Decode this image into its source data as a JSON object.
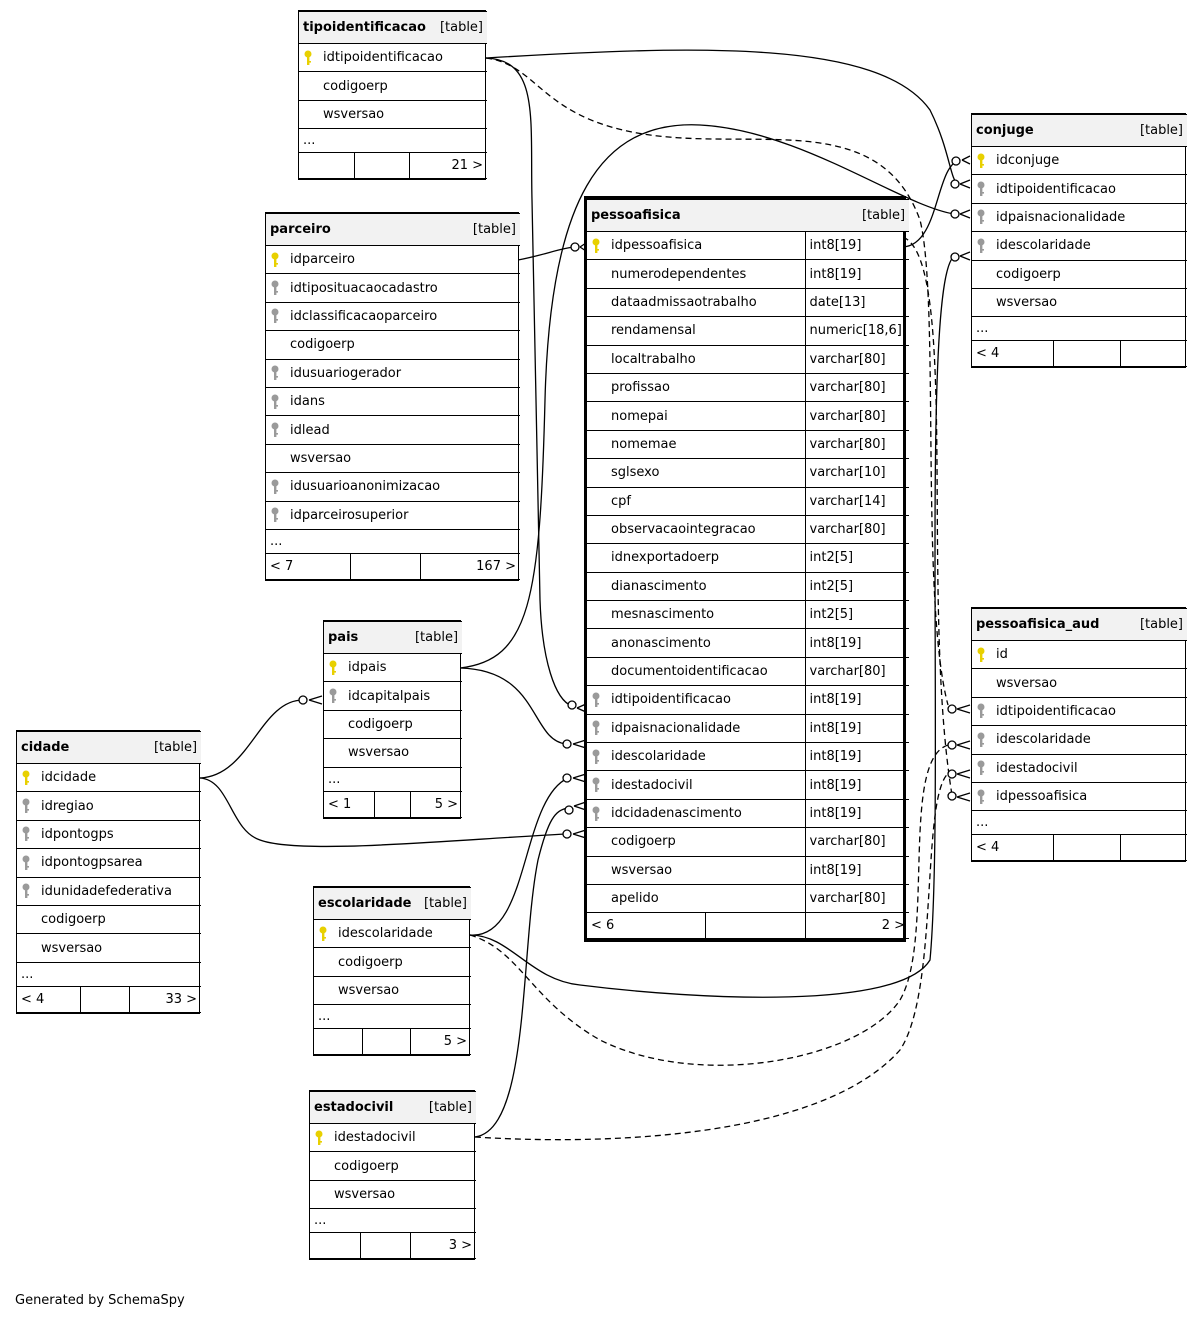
{
  "footer": "Generated by SchemaSpy",
  "key_colors": {
    "primary_key": "#e8d000",
    "foreign_key": "#9a9a9a"
  },
  "tables": [
    {
      "id": "tipoidentificacao",
      "name": "tipoidentificacao",
      "type": "[table]",
      "columns": [
        {
          "name": "idtipoidentificacao",
          "key": "pk"
        },
        {
          "name": "codigoerp",
          "key": ""
        },
        {
          "name": "wsversao",
          "key": ""
        }
      ],
      "more": "...",
      "footer": [
        "",
        "",
        "21 >"
      ]
    },
    {
      "id": "parceiro",
      "name": "parceiro",
      "type": "[table]",
      "columns": [
        {
          "name": "idparceiro",
          "key": "pk"
        },
        {
          "name": "idtiposituacaocadastro",
          "key": "fk"
        },
        {
          "name": "idclassificacaoparceiro",
          "key": "fk"
        },
        {
          "name": "codigoerp",
          "key": ""
        },
        {
          "name": "idusuariogerador",
          "key": "fk"
        },
        {
          "name": "idans",
          "key": "fk"
        },
        {
          "name": "idlead",
          "key": "fk"
        },
        {
          "name": "wsversao",
          "key": ""
        },
        {
          "name": "idusuarioanonimizacao",
          "key": "fk"
        },
        {
          "name": "idparceirosuperior",
          "key": "fk"
        }
      ],
      "more": "...",
      "footer": [
        "< 7",
        "",
        "167 >"
      ]
    },
    {
      "id": "pais",
      "name": "pais",
      "type": "[table]",
      "columns": [
        {
          "name": "idpais",
          "key": "pk"
        },
        {
          "name": "idcapitalpais",
          "key": "fk"
        },
        {
          "name": "codigoerp",
          "key": ""
        },
        {
          "name": "wsversao",
          "key": ""
        }
      ],
      "more": "...",
      "footer": [
        "< 1",
        "",
        "5 >"
      ]
    },
    {
      "id": "cidade",
      "name": "cidade",
      "type": "[table]",
      "columns": [
        {
          "name": "idcidade",
          "key": "pk"
        },
        {
          "name": "idregiao",
          "key": "fk"
        },
        {
          "name": "idpontogps",
          "key": "fk"
        },
        {
          "name": "idpontogpsarea",
          "key": "fk"
        },
        {
          "name": "idunidadefederativa",
          "key": "fk"
        },
        {
          "name": "codigoerp",
          "key": ""
        },
        {
          "name": "wsversao",
          "key": ""
        }
      ],
      "more": "...",
      "footer": [
        "< 4",
        "",
        "33 >"
      ]
    },
    {
      "id": "escolaridade",
      "name": "escolaridade",
      "type": "[table]",
      "columns": [
        {
          "name": "idescolaridade",
          "key": "pk"
        },
        {
          "name": "codigoerp",
          "key": ""
        },
        {
          "name": "wsversao",
          "key": ""
        }
      ],
      "more": "...",
      "footer": [
        "",
        "",
        "5 >"
      ]
    },
    {
      "id": "estadocivil",
      "name": "estadocivil",
      "type": "[table]",
      "columns": [
        {
          "name": "idestadocivil",
          "key": "pk"
        },
        {
          "name": "codigoerp",
          "key": ""
        },
        {
          "name": "wsversao",
          "key": ""
        }
      ],
      "more": "...",
      "footer": [
        "",
        "",
        "3 >"
      ]
    },
    {
      "id": "pessoafisica",
      "name": "pessoafisica",
      "type": "[table]",
      "columns": [
        {
          "name": "idpessoafisica",
          "key": "pk",
          "dtype": "int8[19]"
        },
        {
          "name": "numerodependentes",
          "key": "",
          "dtype": "int8[19]"
        },
        {
          "name": "dataadmissaotrabalho",
          "key": "",
          "dtype": "date[13]"
        },
        {
          "name": "rendamensal",
          "key": "",
          "dtype": "numeric[18,6]"
        },
        {
          "name": "localtrabalho",
          "key": "",
          "dtype": "varchar[80]"
        },
        {
          "name": "profissao",
          "key": "",
          "dtype": "varchar[80]"
        },
        {
          "name": "nomepai",
          "key": "",
          "dtype": "varchar[80]"
        },
        {
          "name": "nomemae",
          "key": "",
          "dtype": "varchar[80]"
        },
        {
          "name": "sglsexo",
          "key": "",
          "dtype": "varchar[10]"
        },
        {
          "name": "cpf",
          "key": "",
          "dtype": "varchar[14]"
        },
        {
          "name": "observacaointegracao",
          "key": "",
          "dtype": "varchar[80]"
        },
        {
          "name": "idnexportadoerp",
          "key": "",
          "dtype": "int2[5]"
        },
        {
          "name": "dianascimento",
          "key": "",
          "dtype": "int2[5]"
        },
        {
          "name": "mesnascimento",
          "key": "",
          "dtype": "int2[5]"
        },
        {
          "name": "anonascimento",
          "key": "",
          "dtype": "int8[19]"
        },
        {
          "name": "documentoidentificacao",
          "key": "",
          "dtype": "varchar[80]"
        },
        {
          "name": "idtipoidentificacao",
          "key": "fk",
          "dtype": "int8[19]"
        },
        {
          "name": "idpaisnacionalidade",
          "key": "fk",
          "dtype": "int8[19]"
        },
        {
          "name": "idescolaridade",
          "key": "fk",
          "dtype": "int8[19]"
        },
        {
          "name": "idestadocivil",
          "key": "fk",
          "dtype": "int8[19]"
        },
        {
          "name": "idcidadenascimento",
          "key": "fk",
          "dtype": "int8[19]"
        },
        {
          "name": "codigoerp",
          "key": "",
          "dtype": "varchar[80]"
        },
        {
          "name": "wsversao",
          "key": "",
          "dtype": "int8[19]"
        },
        {
          "name": "apelido",
          "key": "",
          "dtype": "varchar[80]"
        }
      ],
      "footer": [
        "< 6",
        "",
        "2 >"
      ]
    },
    {
      "id": "conjuge",
      "name": "conjuge",
      "type": "[table]",
      "columns": [
        {
          "name": "idconjuge",
          "key": "pk"
        },
        {
          "name": "idtipoidentificacao",
          "key": "fk"
        },
        {
          "name": "idpaisnacionalidade",
          "key": "fk"
        },
        {
          "name": "idescolaridade",
          "key": "fk"
        },
        {
          "name": "codigoerp",
          "key": ""
        },
        {
          "name": "wsversao",
          "key": ""
        }
      ],
      "more": "...",
      "footer": [
        "< 4",
        "",
        ""
      ]
    },
    {
      "id": "pessoafisica_aud",
      "name": "pessoafisica_aud",
      "type": "[table]",
      "columns": [
        {
          "name": "id",
          "key": "pk"
        },
        {
          "name": "wsversao",
          "key": ""
        },
        {
          "name": "idtipoidentificacao",
          "key": "fk"
        },
        {
          "name": "idescolaridade",
          "key": "fk"
        },
        {
          "name": "idestadocivil",
          "key": "fk"
        },
        {
          "name": "idpessoafisica",
          "key": "fk"
        }
      ],
      "more": "...",
      "footer": [
        "< 4",
        "",
        ""
      ]
    }
  ]
}
